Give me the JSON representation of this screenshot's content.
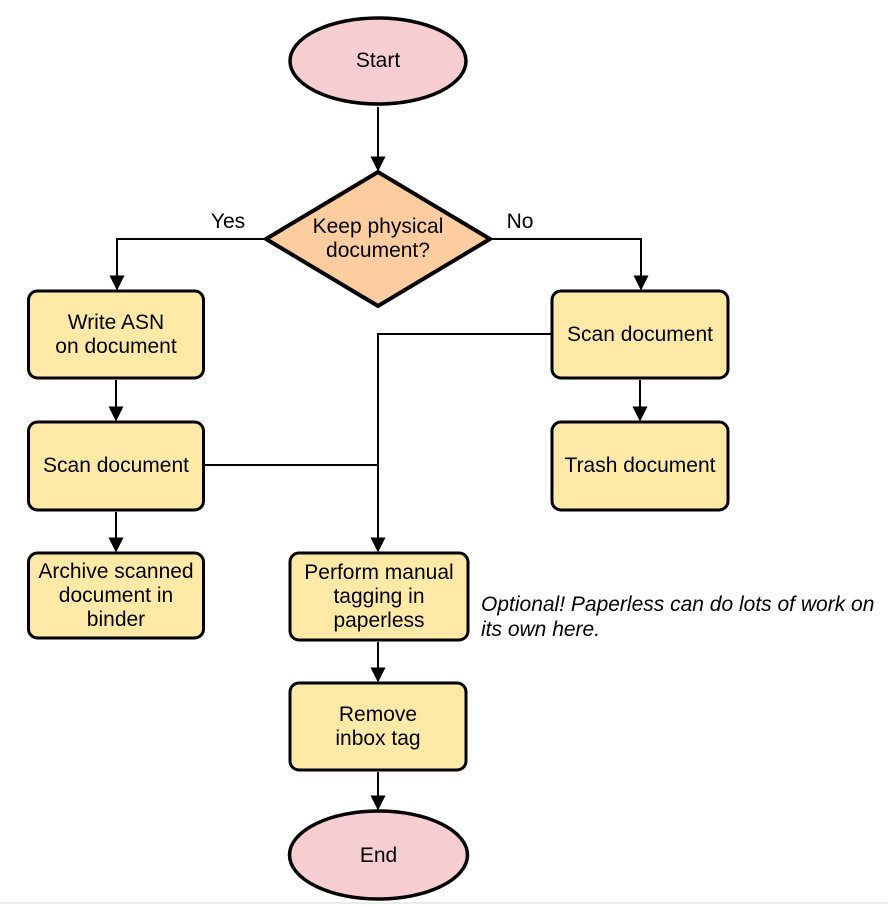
{
  "colors": {
    "terminal_fill": "#f6cdd0",
    "decision_fill": "#fdcd9f",
    "process_fill": "#ffe9a7",
    "stroke": "#000000"
  },
  "nodes": {
    "start": {
      "label": "Start",
      "type": "terminal"
    },
    "decision": {
      "label": "Keep physical\ndocument?",
      "type": "decision"
    },
    "write_asn": {
      "label": "Write ASN\non document",
      "type": "process"
    },
    "scan_left": {
      "label": "Scan document",
      "type": "process"
    },
    "archive": {
      "label": "Archive scanned\ndocument in\nbinder",
      "type": "process"
    },
    "scan_right": {
      "label": "Scan document",
      "type": "process"
    },
    "trash": {
      "label": "Trash document",
      "type": "process"
    },
    "tagging": {
      "label": "Perform manual\ntagging in\npaperless",
      "type": "process"
    },
    "remove_inbox": {
      "label": "Remove\ninbox tag",
      "type": "process"
    },
    "end": {
      "label": "End",
      "type": "terminal"
    }
  },
  "edge_labels": {
    "yes": "Yes",
    "no": "No"
  },
  "annotation": {
    "text": "Optional! Paperless can do lots of work on\nits own here."
  }
}
